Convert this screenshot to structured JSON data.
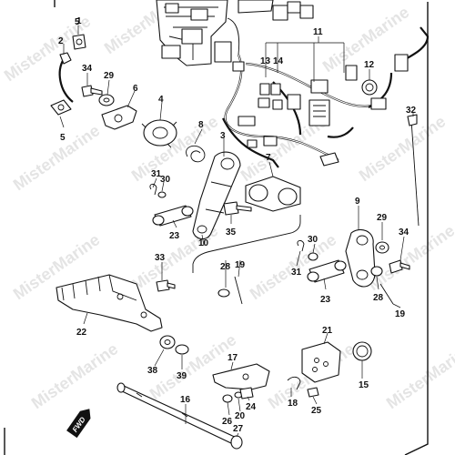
{
  "watermark": "MisterMarine",
  "fwd_label": "FWD",
  "part_numbers": [
    "1",
    "2",
    "3",
    "4",
    "5",
    "5",
    "6",
    "7",
    "8",
    "9",
    "10",
    "11",
    "12",
    "13",
    "14",
    "15",
    "16",
    "17",
    "18",
    "19",
    "19",
    "20",
    "21",
    "22",
    "23",
    "23",
    "24",
    "25",
    "26",
    "27",
    "28",
    "28",
    "29",
    "29",
    "30",
    "30",
    "31",
    "31",
    "32",
    "33",
    "34",
    "34",
    "35",
    "38",
    "39"
  ]
}
